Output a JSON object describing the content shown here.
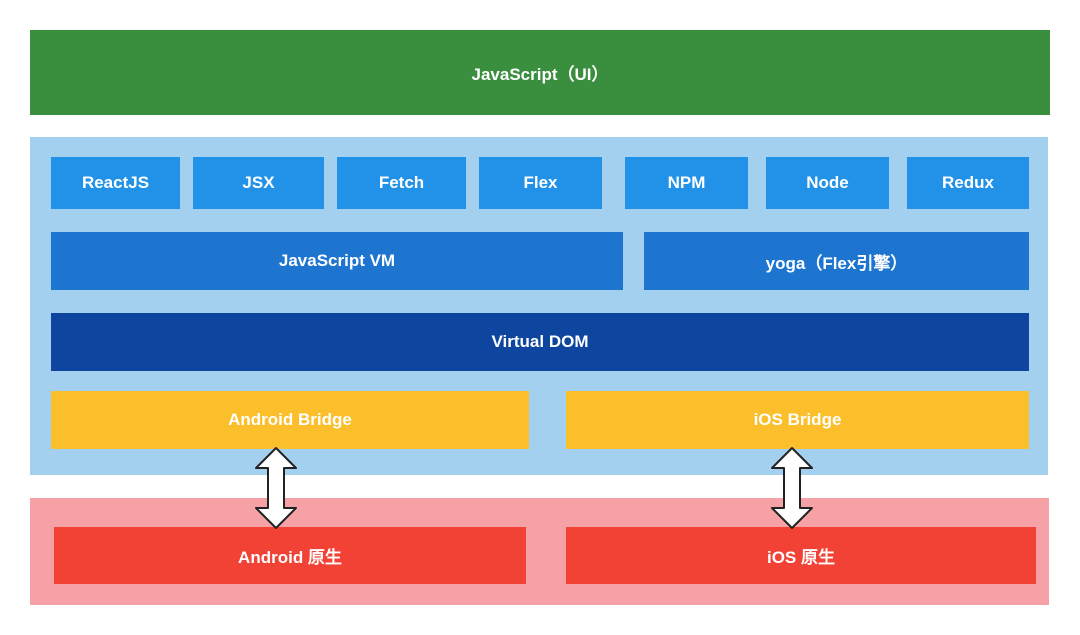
{
  "top_layer": {
    "label": "JavaScript（UI）"
  },
  "libraries": [
    "ReactJS",
    "JSX",
    "Fetch",
    "Flex",
    "NPM",
    "Node",
    "Redux"
  ],
  "engines": {
    "vm": "JavaScript VM",
    "yoga": "yoga（Flex引擎）"
  },
  "virtual_dom": "Virtual DOM",
  "bridges": {
    "android": "Android Bridge",
    "ios": "iOS Bridge"
  },
  "native": {
    "android": "Android 原生",
    "ios": "iOS 原生"
  },
  "colors": {
    "js_ui": "#3a8f3f",
    "rn_panel": "#a4d0ef",
    "library": "#2192e8",
    "engine": "#1d75d0",
    "virtual_dom": "#0e459e",
    "bridge": "#fbbf2b",
    "native_panel": "#f6a1a5",
    "native": "#f24236"
  }
}
